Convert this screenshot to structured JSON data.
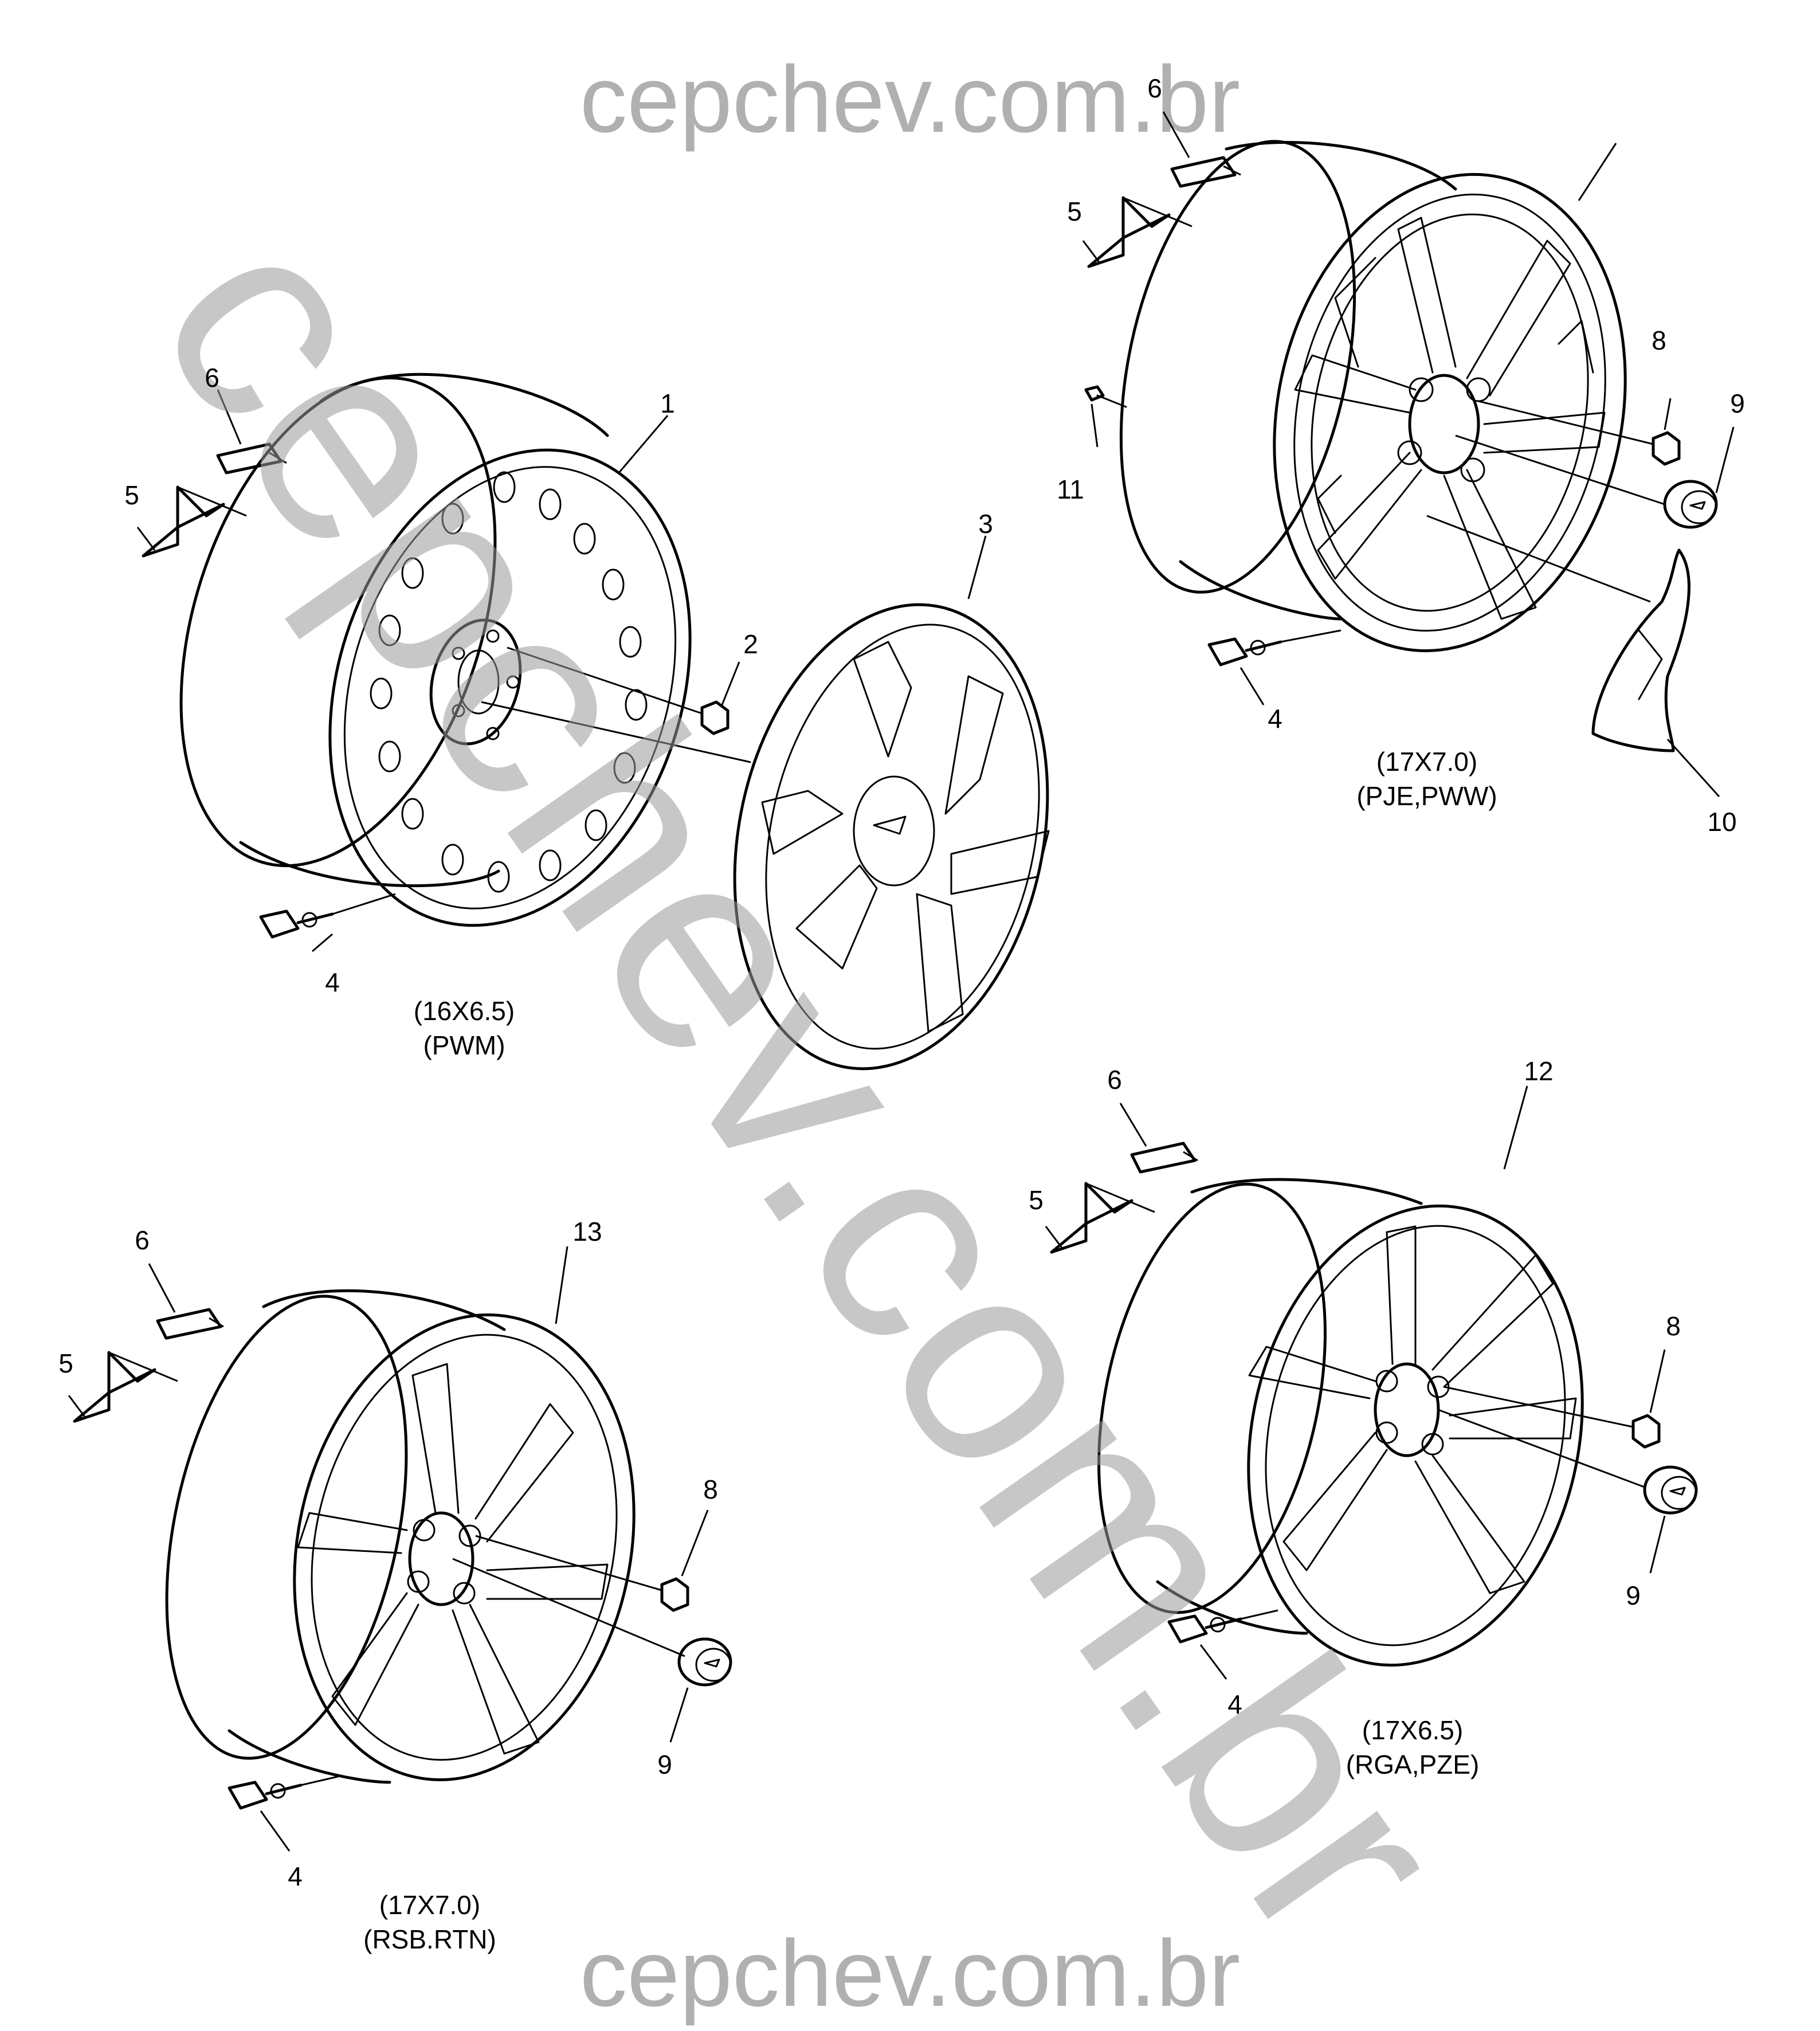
{
  "watermark": {
    "top": "cepchev.com.br",
    "bottom": "cepchev.com.br",
    "diagonal": "cepchev.com.br"
  },
  "callouts": {
    "c1": "1",
    "c2": "2",
    "c3": "3",
    "c4a": "4",
    "c5a": "5",
    "c6a": "6",
    "c6b": "6",
    "c5b": "5",
    "c11": "11",
    "c8a": "8",
    "c9a": "9",
    "c10": "10",
    "c4b": "4",
    "c6c": "6",
    "c5c": "5",
    "c12": "12",
    "c8b": "8",
    "c9b": "9",
    "c4c": "4",
    "c6d": "6",
    "c5d": "5",
    "c13": "13",
    "c8c": "8",
    "c9c": "9",
    "c4d": "4"
  },
  "captions": {
    "steel_size": "(16X6.5)",
    "steel_rpo": "(PWM)",
    "pje_size": "(17X7.0)",
    "pje_rpo": "(PJE,PWW)",
    "rga_size": "(17X6.5)",
    "rga_rpo": "(RGA,PZE)",
    "rsb_size": "(17X7.0)",
    "rsb_rpo": "(RSB.RTN)"
  }
}
